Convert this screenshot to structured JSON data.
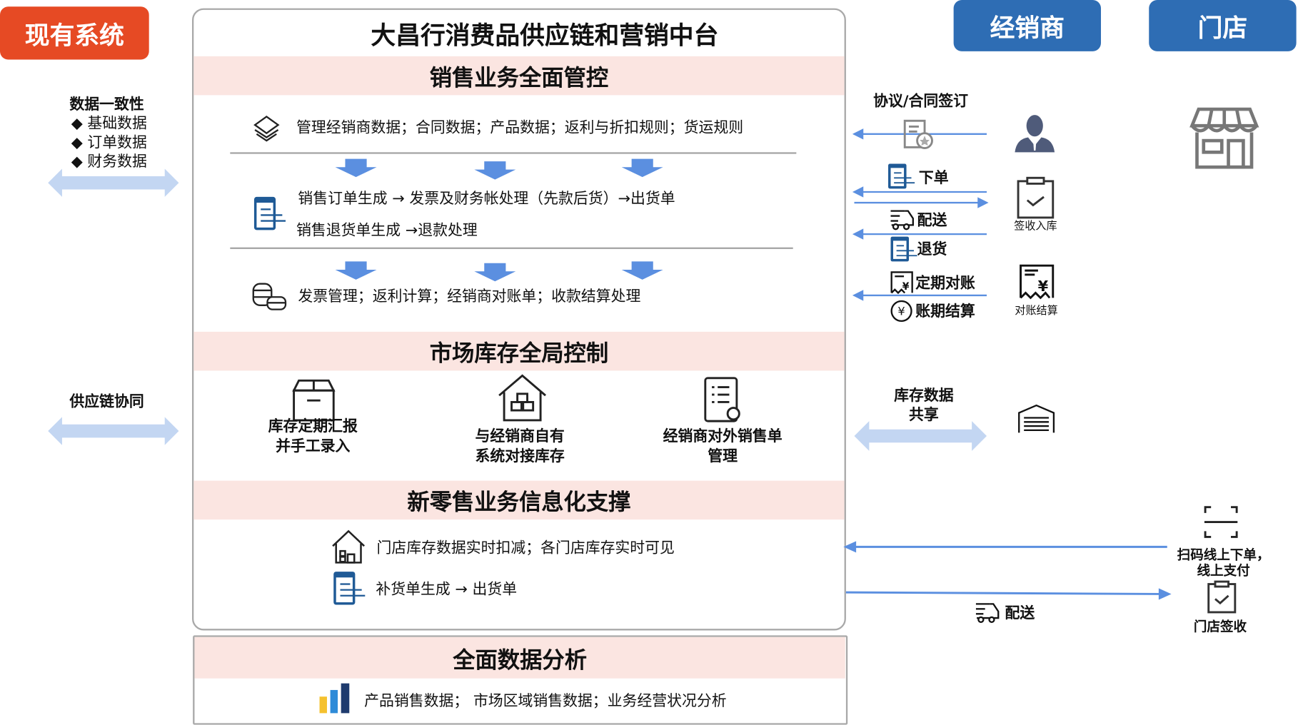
{
  "left": {
    "badge": "现有系统",
    "consistency_title": "数据一致性",
    "consistency_items": [
      "基础数据",
      "订单数据",
      "财务数据"
    ],
    "bullet": "◆",
    "supply_chain": "供应链协同"
  },
  "center": {
    "title": "大昌行消费品供应链和营销中台",
    "sales": {
      "heading": "销售业务全面管控",
      "row1": "管理经销商数据；合同数据；产品数据；返利与折扣规则；货运规则",
      "row2a": "销售订单生成 → 发票及财务帐处理（先款后货）→出货单",
      "row2b": "销售退货单生成 →退款处理",
      "row3": "发票管理；返利计算；经销商对账单；收款结算处理"
    },
    "inventory": {
      "heading": "市场库存全局控制",
      "items": [
        {
          "l1": "库存定期汇报",
          "l2": "并手工录入"
        },
        {
          "l1": "与经销商自有",
          "l2": "系统对接库存"
        },
        {
          "l1": "经销商对外销售单",
          "l2": "管理"
        }
      ]
    },
    "retail": {
      "heading": "新零售业务信息化支撑",
      "row1": "门店库存数据实时扣减；各门店库存实时可见",
      "row2": "补货单生成 → 出货单"
    },
    "analysis": {
      "heading": "全面数据分析",
      "row": "产品销售数据； 市场区域销售数据；业务经营状况分析"
    }
  },
  "right": {
    "dealer_badge": "经销商",
    "store_badge": "门店",
    "contract": "协议/合同签订",
    "order": "下单",
    "delivery": "配送",
    "return": "退货",
    "reconcile": "定期对账",
    "settle": "账期结算",
    "receive": "签收入库",
    "recon_settle": "对账结算",
    "inv_share_1": "库存数据",
    "inv_share_2": "共享",
    "scan_1": "扫码线上下单，",
    "scan_2": "线上支付",
    "store_delivery": "配送",
    "store_receive": "门店签收"
  },
  "colors": {
    "badge_red": "#E64A24",
    "badge_blue": "#2E6DB4",
    "pink": "#FBE5E1",
    "arrow": "#5B8FE0",
    "double_arrow": "#C3D6F2",
    "icon_blue": "#1F5A96"
  }
}
